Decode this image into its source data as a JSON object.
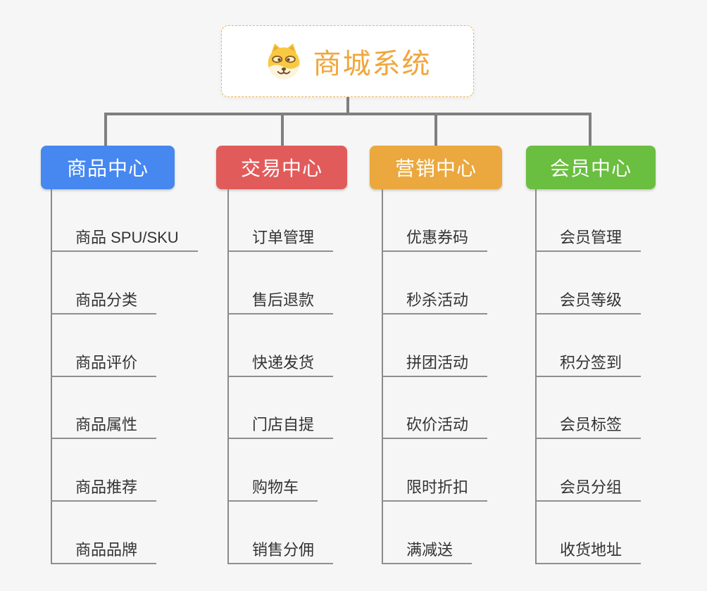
{
  "root": {
    "title": "商城系统",
    "icon": "dog-face-icon",
    "title_color": "#f0a63c",
    "border_color": "#eeb35a"
  },
  "connector_color": "#7f7f7f",
  "branches": [
    {
      "label": "商品中心",
      "color": "#4687f0",
      "children": [
        "商品 SPU/SKU",
        "商品分类",
        "商品评价",
        "商品属性",
        "商品推荐",
        "商品品牌"
      ]
    },
    {
      "label": "交易中心",
      "color": "#e25b5b",
      "children": [
        "订单管理",
        "售后退款",
        "快递发货",
        "门店自提",
        "购物车",
        "销售分佣"
      ]
    },
    {
      "label": "营销中心",
      "color": "#eaa83e",
      "children": [
        "优惠券码",
        "秒杀活动",
        "拼团活动",
        "砍价活动",
        "限时折扣",
        "满减送"
      ]
    },
    {
      "label": "会员中心",
      "color": "#6abe40",
      "children": [
        "会员管理",
        "会员等级",
        "积分签到",
        "会员标签",
        "会员分组",
        "收货地址"
      ]
    }
  ]
}
